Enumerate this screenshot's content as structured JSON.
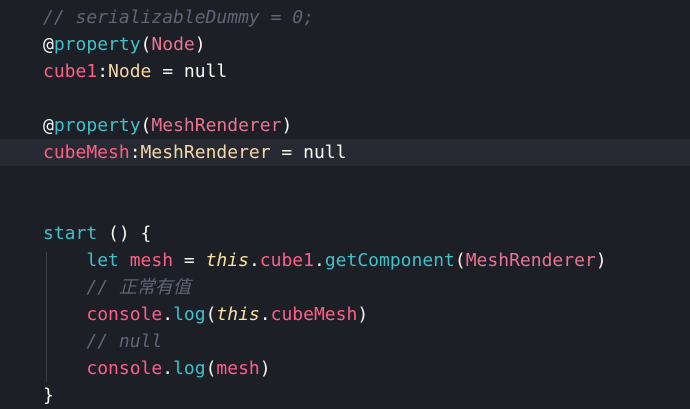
{
  "code": {
    "lines": [
      {
        "tokens": [
          {
            "t": "// serializableDummy = 0;",
            "c": "comment"
          }
        ]
      },
      {
        "tokens": [
          {
            "t": "@",
            "c": "decorator"
          },
          {
            "t": "property",
            "c": "decorator-name"
          },
          {
            "t": "(",
            "c": "punct"
          },
          {
            "t": "Node",
            "c": "type"
          },
          {
            "t": ")",
            "c": "punct"
          }
        ]
      },
      {
        "tokens": [
          {
            "t": "cube1",
            "c": "var"
          },
          {
            "t": ":",
            "c": "punct"
          },
          {
            "t": "Node",
            "c": "class"
          },
          {
            "t": " = ",
            "c": "punct"
          },
          {
            "t": "null",
            "c": "keyword-null"
          }
        ]
      },
      {
        "tokens": []
      },
      {
        "tokens": [
          {
            "t": "@",
            "c": "decorator"
          },
          {
            "t": "property",
            "c": "decorator-name"
          },
          {
            "t": "(",
            "c": "punct"
          },
          {
            "t": "MeshRenderer",
            "c": "type"
          },
          {
            "t": ")",
            "c": "punct"
          }
        ]
      },
      {
        "tokens": [
          {
            "t": "cubeMesh",
            "c": "var"
          },
          {
            "t": ":",
            "c": "punct"
          },
          {
            "t": "MeshRenderer",
            "c": "class"
          },
          {
            "t": " = ",
            "c": "punct"
          },
          {
            "t": "null",
            "c": "keyword-null"
          }
        ],
        "current": true
      },
      {
        "tokens": []
      },
      {
        "tokens": []
      },
      {
        "tokens": [
          {
            "t": "start",
            "c": "func"
          },
          {
            "t": " () {",
            "c": "punct"
          }
        ]
      },
      {
        "tokens": [
          {
            "t": "    ",
            "c": "punct"
          },
          {
            "t": "let",
            "c": "keyword-let"
          },
          {
            "t": " ",
            "c": "punct"
          },
          {
            "t": "mesh",
            "c": "var"
          },
          {
            "t": " = ",
            "c": "punct"
          },
          {
            "t": "this",
            "c": "this"
          },
          {
            "t": ".",
            "c": "punct"
          },
          {
            "t": "cube1",
            "c": "var"
          },
          {
            "t": ".",
            "c": "punct"
          },
          {
            "t": "getComponent",
            "c": "func"
          },
          {
            "t": "(",
            "c": "punct"
          },
          {
            "t": "MeshRenderer",
            "c": "type"
          },
          {
            "t": ")",
            "c": "punct"
          }
        ]
      },
      {
        "tokens": [
          {
            "t": "    ",
            "c": "punct"
          },
          {
            "t": "// 正常有值",
            "c": "comment"
          }
        ]
      },
      {
        "tokens": [
          {
            "t": "    ",
            "c": "punct"
          },
          {
            "t": "console",
            "c": "builtin"
          },
          {
            "t": ".",
            "c": "punct"
          },
          {
            "t": "log",
            "c": "func"
          },
          {
            "t": "(",
            "c": "punct"
          },
          {
            "t": "this",
            "c": "this"
          },
          {
            "t": ".",
            "c": "punct"
          },
          {
            "t": "cubeMesh",
            "c": "var"
          },
          {
            "t": ")",
            "c": "punct"
          }
        ]
      },
      {
        "tokens": [
          {
            "t": "    ",
            "c": "punct"
          },
          {
            "t": "// null",
            "c": "comment"
          }
        ]
      },
      {
        "tokens": [
          {
            "t": "    ",
            "c": "punct"
          },
          {
            "t": "console",
            "c": "builtin"
          },
          {
            "t": ".",
            "c": "punct"
          },
          {
            "t": "log",
            "c": "func"
          },
          {
            "t": "(",
            "c": "punct"
          },
          {
            "t": "mesh",
            "c": "var"
          },
          {
            "t": ")",
            "c": "punct"
          }
        ]
      },
      {
        "tokens": [
          {
            "t": "}",
            "c": "punct"
          }
        ]
      }
    ]
  },
  "theme": {
    "background": "#1d1f27",
    "current_line": "#272a33",
    "comment": "#5f6478",
    "cyan": "#3fc1c9",
    "pink": "#ff5f87",
    "peach": "#f6d7a7",
    "this": "#f8e3a1"
  }
}
